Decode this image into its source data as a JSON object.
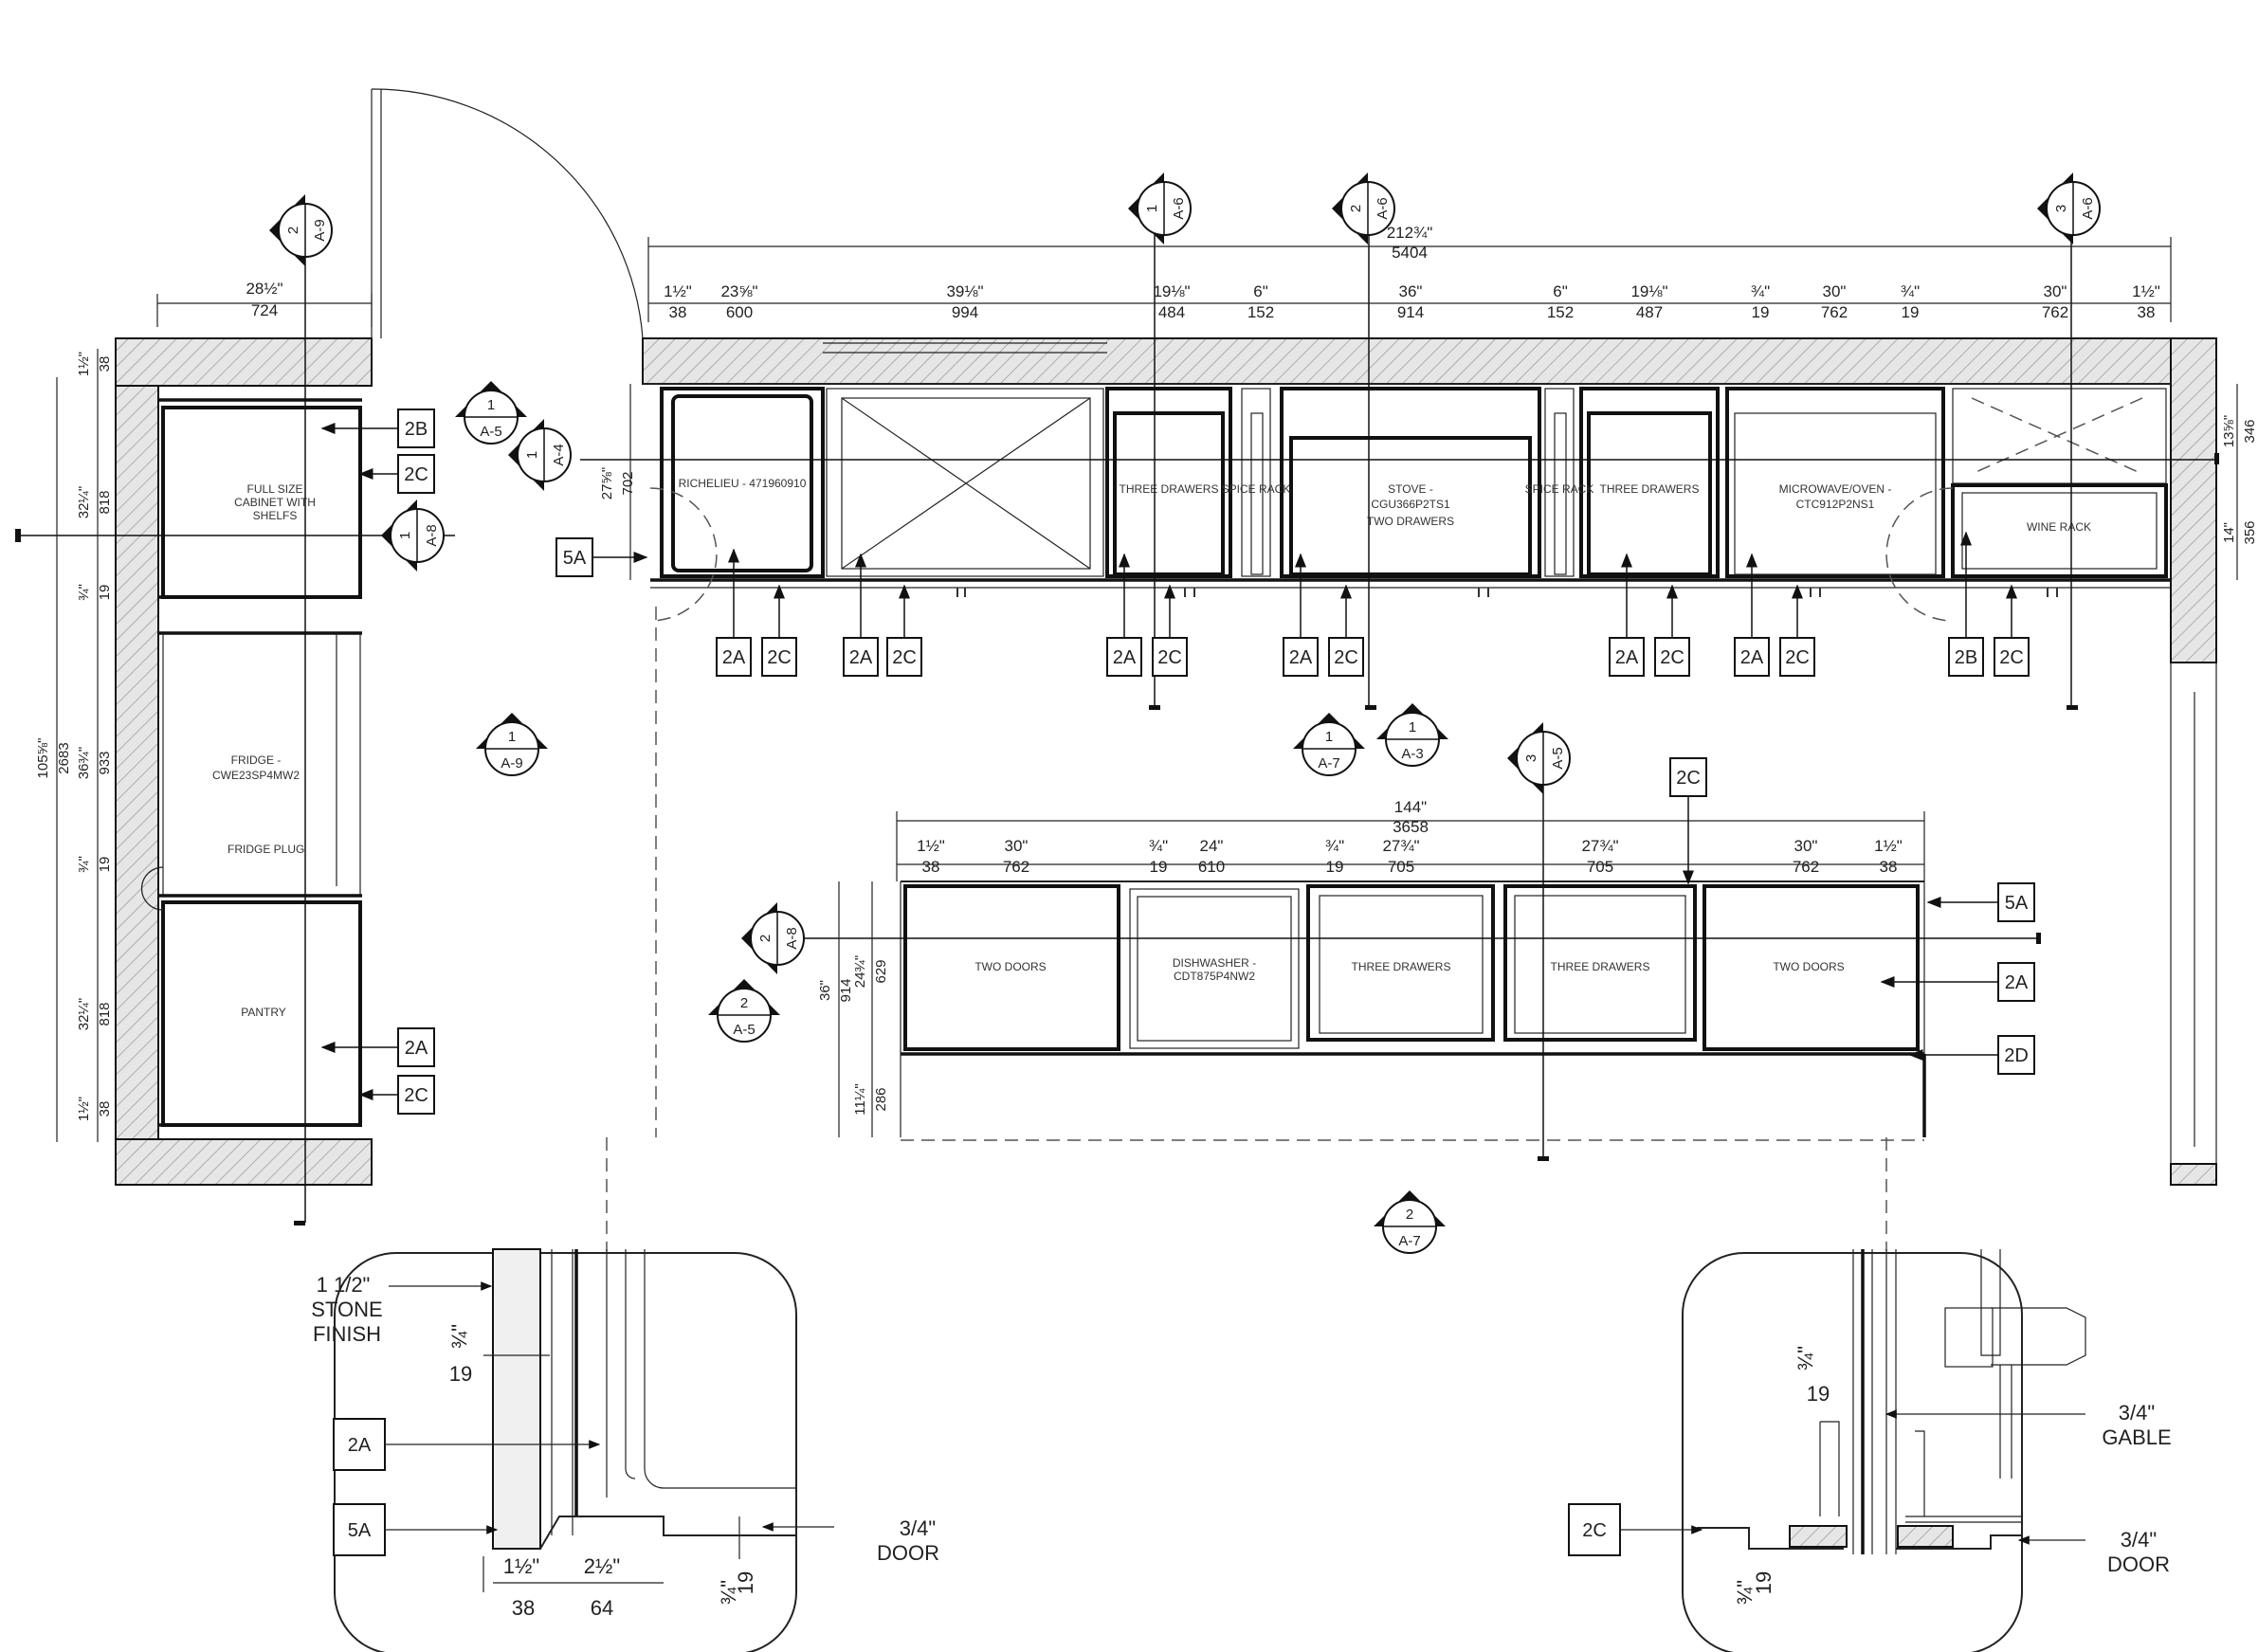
{
  "overall": {
    "top_total_imperial": "212¾\"",
    "top_total_metric": "5404",
    "left_width_imperial": "28½\"",
    "left_width_metric": "724",
    "island_total_imperial": "144\"",
    "island_total_metric": "3658"
  },
  "top_dims": [
    {
      "imp": "1½\"",
      "met": "38"
    },
    {
      "imp": "23⅝\"",
      "met": "600"
    },
    {
      "imp": "39⅛\"",
      "met": "994"
    },
    {
      "imp": "19⅛\"",
      "met": "484"
    },
    {
      "imp": "6\"",
      "met": "152"
    },
    {
      "imp": "36\"",
      "met": "914"
    },
    {
      "imp": "6\"",
      "met": "152"
    },
    {
      "imp": "19⅛\"",
      "met": "487"
    },
    {
      "imp": "¾\"",
      "met": "19"
    },
    {
      "imp": "30\"",
      "met": "762"
    },
    {
      "imp": "¾\"",
      "met": "19"
    },
    {
      "imp": "30\"",
      "met": "762"
    },
    {
      "imp": "1½\"",
      "met": "38"
    }
  ],
  "island_dims": [
    {
      "imp": "1½\"",
      "met": "38"
    },
    {
      "imp": "30\"",
      "met": "762"
    },
    {
      "imp": "¾\"",
      "met": "19"
    },
    {
      "imp": "24\"",
      "met": "610"
    },
    {
      "imp": "¾\"",
      "met": "19"
    },
    {
      "imp": "27¾\"",
      "met": "705"
    },
    {
      "imp": "27¾\"",
      "met": "705"
    },
    {
      "imp": "30\"",
      "met": "762"
    },
    {
      "imp": "1½\"",
      "met": "38"
    }
  ],
  "left_vertical_dims": [
    {
      "imp": "1½\"",
      "met": "38"
    },
    {
      "imp": "32¼\"",
      "met": "818"
    },
    {
      "imp": "¾\"",
      "met": "19"
    },
    {
      "imp": "36¾\"",
      "met": "933"
    },
    {
      "imp": "¾\"",
      "met": "19"
    },
    {
      "imp": "32¼\"",
      "met": "818"
    },
    {
      "imp": "1½\"",
      "met": "38"
    }
  ],
  "left_total": {
    "imp": "105⅝\"",
    "met": "2683"
  },
  "top_depth": {
    "imp": "27⅝\"",
    "met": "702"
  },
  "right_vertical_dims": [
    {
      "imp": "13⅝\"",
      "met": "346"
    },
    {
      "imp": "14\"",
      "met": "356"
    }
  ],
  "island_vertical_dims": [
    {
      "imp": "36\"",
      "met": "914"
    },
    {
      "imp": "24¾\"",
      "met": "629"
    },
    {
      "imp": "11¼\"",
      "met": "286"
    }
  ],
  "cabinet_labels": {
    "richelieu": "RICHELIEU - 471960910",
    "three_drawers": "THREE DRAWERS",
    "spice_rack": "SPICE RACK",
    "stove_1": "STOVE -",
    "stove_2": "CGU366P2TS1",
    "stove_3": "TWO DRAWERS",
    "micro_1": "MICROWAVE/OVEN -",
    "micro_2": "CTC912P2NS1",
    "wine": "WINE RACK",
    "full_1": "FULL SIZE",
    "full_2": "CABINET WITH",
    "full_3": "SHELFS",
    "fridge_1": "FRIDGE -",
    "fridge_2": "CWE23SP4MW2",
    "fridge_plug": "FRIDGE PLUG",
    "pantry": "PANTRY",
    "two_doors": "TWO DOORS",
    "dish_1": "DISHWASHER -",
    "dish_2": "CDT875P4NW2"
  },
  "tags": {
    "t2A": "2A",
    "t2B": "2B",
    "t2C": "2C",
    "t2D": "2D",
    "t5A": "5A"
  },
  "section_markers": [
    {
      "num": "2",
      "sheet": "A-9"
    },
    {
      "num": "1",
      "sheet": "A-6"
    },
    {
      "num": "2",
      "sheet": "A-6"
    },
    {
      "num": "3",
      "sheet": "A-6"
    },
    {
      "num": "1",
      "sheet": "A-5"
    },
    {
      "num": "1",
      "sheet": "A-4"
    },
    {
      "num": "1",
      "sheet": "A-8"
    },
    {
      "num": "1",
      "sheet": "A-9"
    },
    {
      "num": "1",
      "sheet": "A-7"
    },
    {
      "num": "1",
      "sheet": "A-3"
    },
    {
      "num": "3",
      "sheet": "A-5"
    },
    {
      "num": "2",
      "sheet": "A-8"
    },
    {
      "num": "2",
      "sheet": "A-5"
    },
    {
      "num": "2",
      "sheet": "A-7"
    }
  ],
  "detail_left": {
    "stone_1": "1 1/2\"",
    "stone_2": "STONE",
    "stone_3": "FINISH",
    "door_1": "3/4\"",
    "door_2": "DOOR",
    "d_34": "¾\"",
    "d_19": "19",
    "d_112": "1½\"",
    "d_38": "38",
    "d_212": "2½\"",
    "d_64": "64"
  },
  "detail_right": {
    "gable_1": "3/4\"",
    "gable_2": "GABLE",
    "door_1": "3/4\"",
    "door_2": "DOOR",
    "d_34": "¾\"",
    "d_19": "19"
  }
}
